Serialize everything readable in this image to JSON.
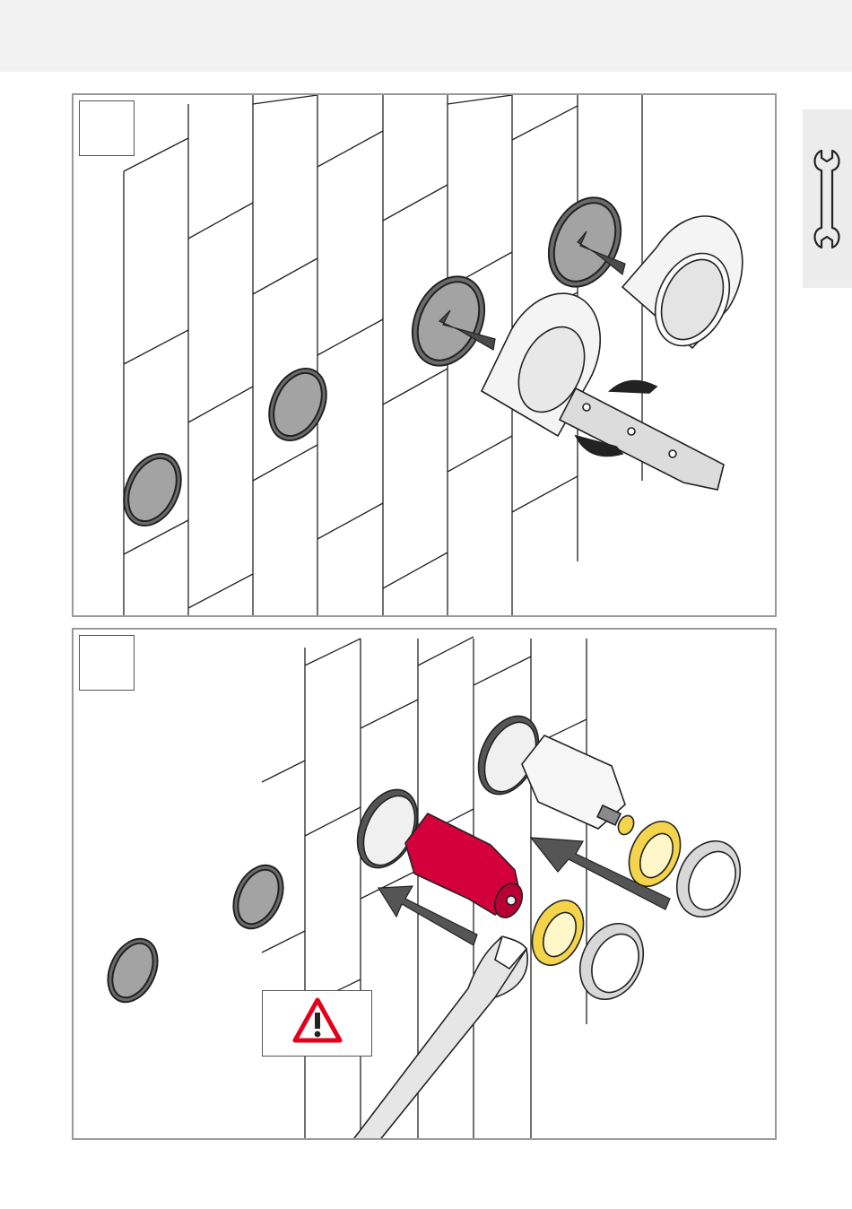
{
  "page": {
    "header_band": "",
    "side_tab_icon": "wrench-icon"
  },
  "panels": [
    {
      "step_number": "",
      "icons": [
        "tile-wall",
        "wall-opening",
        "protective-cap",
        "cap-removal-tool",
        "rotate-arrow-icon",
        "push-arrow-icon"
      ]
    },
    {
      "step_number": "",
      "icons": [
        "tile-wall",
        "wall-opening",
        "red-cartridge",
        "valve-cartridge",
        "yellow-ring",
        "chrome-ring",
        "open-end-wrench",
        "warning-icon",
        "push-arrow-icon"
      ]
    }
  ],
  "colors": {
    "line": "#222222",
    "hole_fill": "#9d9d9d",
    "accent_red": "#d4003b",
    "accent_yellow": "#f3d44a",
    "warning_red": "#e2001a",
    "frame": "#9a9a9a"
  }
}
